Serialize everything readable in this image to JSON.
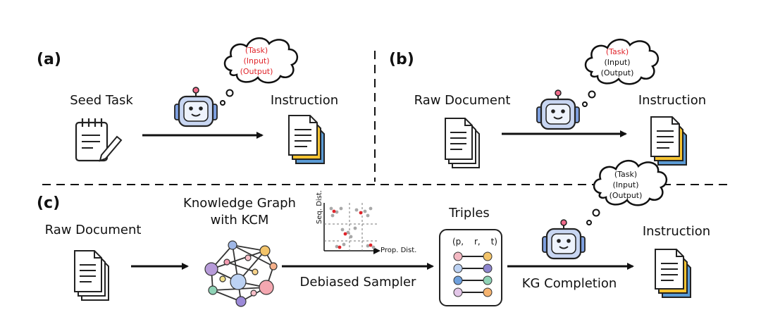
{
  "panels": {
    "a": {
      "label": "(a)",
      "source": "Seed Task",
      "target": "Instruction",
      "cloud": [
        "(Task)",
        "(Input)",
        "(Output)"
      ]
    },
    "b": {
      "label": "(b)",
      "source": "Raw Document",
      "target": "Instruction",
      "cloud": [
        "(Task)",
        "(Input)",
        "(Output)"
      ]
    },
    "c": {
      "label": "(c)",
      "source": "Raw Document",
      "kg_title_1": "Knowledge Graph",
      "kg_title_2": "with KCM",
      "sampler_label": "Debiased Sampler",
      "scatter_ylabel": "Seq. Dist.",
      "scatter_xlabel": "Prop. Dist.",
      "triples_title": "Triples",
      "triples_header": [
        "(p,",
        "r,",
        "t)"
      ],
      "completion_label": "KG Completion",
      "target": "Instruction",
      "cloud": [
        "(Task)",
        "(Input)",
        "(Output)"
      ]
    }
  },
  "colors": {
    "highlight": "#e0242a",
    "robot_body": "#c8d6f2",
    "robot_face": "#eef3fc",
    "doc_yellow": "#f6c431",
    "doc_blue": "#5b9bd5"
  },
  "icons": {
    "notepad": "notepad-icon",
    "robot": "robot-icon",
    "document_stack": "document-stack-icon",
    "graph": "knowledge-graph-icon"
  }
}
